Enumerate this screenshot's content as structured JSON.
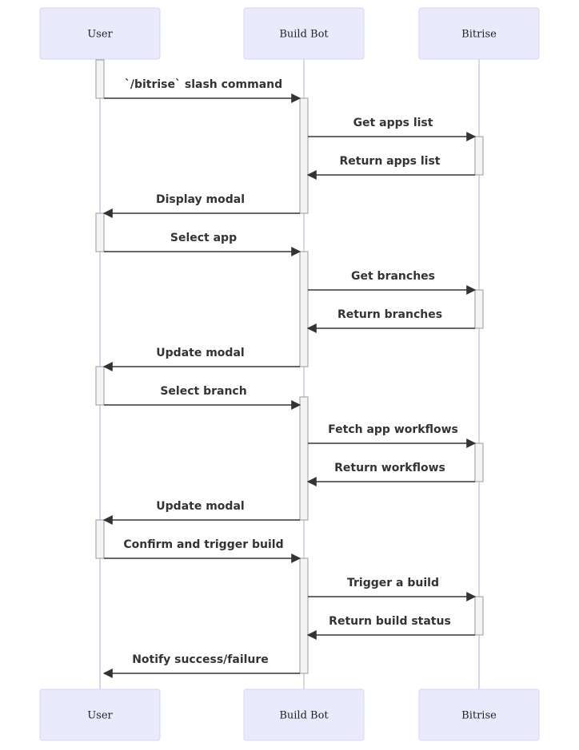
{
  "actors": [
    {
      "id": "user",
      "label": "User"
    },
    {
      "id": "bot",
      "label": "Build Bot"
    },
    {
      "id": "bitrise",
      "label": "Bitrise"
    }
  ],
  "messages": [
    {
      "from": "user",
      "to": "bot",
      "label": "`/bitrise` slash command"
    },
    {
      "from": "bot",
      "to": "bitrise",
      "label": "Get apps list"
    },
    {
      "from": "bitrise",
      "to": "bot",
      "label": "Return apps list"
    },
    {
      "from": "bot",
      "to": "user",
      "label": "Display modal"
    },
    {
      "from": "user",
      "to": "bot",
      "label": "Select app"
    },
    {
      "from": "bot",
      "to": "bitrise",
      "label": "Get branches"
    },
    {
      "from": "bitrise",
      "to": "bot",
      "label": "Return branches"
    },
    {
      "from": "bot",
      "to": "user",
      "label": "Update modal"
    },
    {
      "from": "user",
      "to": "bot",
      "label": "Select branch"
    },
    {
      "from": "bot",
      "to": "bitrise",
      "label": "Fetch app workflows"
    },
    {
      "from": "bitrise",
      "to": "bot",
      "label": "Return workflows"
    },
    {
      "from": "bot",
      "to": "user",
      "label": "Update modal"
    },
    {
      "from": "user",
      "to": "bot",
      "label": "Confirm and trigger build"
    },
    {
      "from": "bot",
      "to": "bitrise",
      "label": "Trigger a build"
    },
    {
      "from": "bitrise",
      "to": "bot",
      "label": "Return build status"
    },
    {
      "from": "bot",
      "to": "user",
      "label": "Notify success/failure"
    }
  ]
}
